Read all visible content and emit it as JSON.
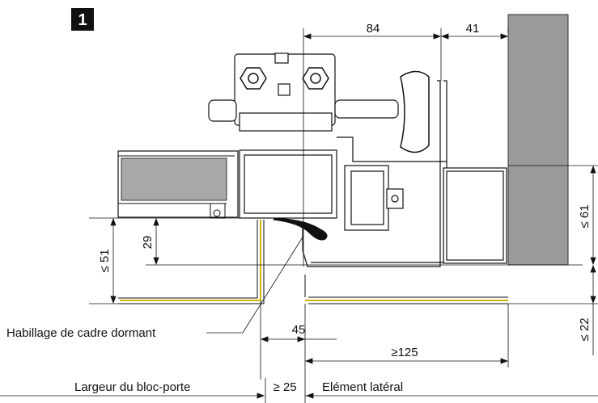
{
  "figure_number": "1",
  "dimensions": {
    "d84": "84",
    "d41": "41",
    "d61": "≤ 61",
    "d29": "29",
    "d51": "≤ 51",
    "d22": "≤ 22",
    "d45": "45",
    "d125": "≥125",
    "d25": "≥ 25"
  },
  "labels": {
    "frame_cover": "Habillage de cadre dormant",
    "door_width": "Largeur du bloc-porte",
    "side_element": "Elément latéral"
  },
  "colors": {
    "wall": "#9a9a9a",
    "panel": "#a8a8a8",
    "yellow_line": "#d4b400",
    "badge": "#111111"
  }
}
